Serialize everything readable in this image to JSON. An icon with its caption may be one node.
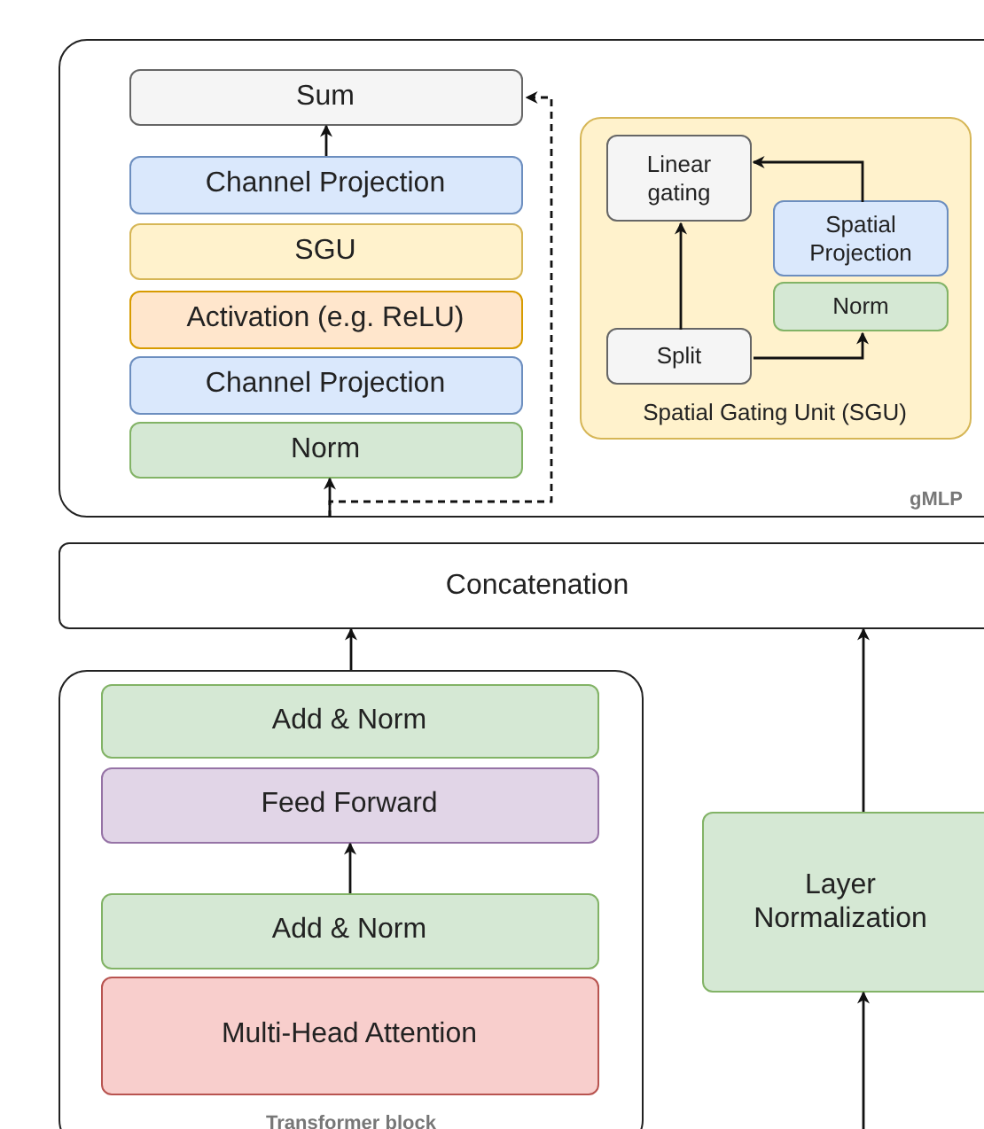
{
  "diagram": {
    "nodes": [
      {
        "text": [
          "gMLP"
        ]
      },
      {
        "text": [
          "Sum"
        ],
        "in": 0
      },
      {
        "text": [
          "Channel Projection"
        ],
        "in": 0
      },
      {
        "text": [
          "SGU"
        ],
        "in": 0
      },
      {
        "text": [
          "Activation (e.g. ReLU)"
        ],
        "in": 0
      },
      {
        "text": [
          "Channel Projection"
        ],
        "in": 0
      },
      {
        "text": [
          "Norm"
        ],
        "in": 0
      },
      {
        "text": [
          "Spatial Gating Unit (SGU)"
        ],
        "in": 0
      },
      {
        "text": [
          "Linear gating"
        ],
        "in": 7
      },
      {
        "text": [
          "Spatial Projection"
        ],
        "in": 7
      },
      {
        "text": [
          "Norm"
        ],
        "in": 7
      },
      {
        "text": [
          "Split"
        ],
        "in": 7
      },
      {
        "text": [
          "Concatenation"
        ]
      },
      {
        "text": [
          "Transformer block"
        ]
      },
      {
        "text": [
          "Add & Norm"
        ],
        "in": 13
      },
      {
        "text": [
          "Feed Forward"
        ],
        "in": 13
      },
      {
        "text": [
          "Add & Norm"
        ],
        "in": 13
      },
      {
        "text": [
          "Multi-Head Attention"
        ],
        "in": 13
      },
      {
        "text": [
          "Layer Normalization"
        ]
      }
    ],
    "edges": [
      {
        "from": 2,
        "to": 1,
        "arrow": "to"
      },
      {
        "from": null,
        "to": 6,
        "arrow": "to"
      },
      {
        "from": null,
        "to": 1,
        "arrow": "to",
        "style": "dashed"
      },
      {
        "from": 11,
        "to": 8,
        "arrow": "to"
      },
      {
        "from": 11,
        "to": 10,
        "arrow": "to"
      },
      {
        "from": 9,
        "to": 8,
        "arrow": "to"
      },
      {
        "from": 13,
        "to": 12,
        "arrow": "to"
      },
      {
        "from": 18,
        "to": 12,
        "arrow": "to"
      },
      {
        "from": 16,
        "to": 15,
        "arrow": "to"
      },
      {
        "from": null,
        "to": 18,
        "arrow": "to"
      }
    ]
  }
}
